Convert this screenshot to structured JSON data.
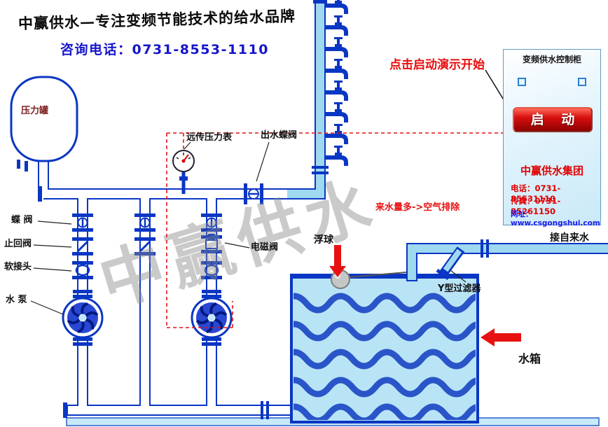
{
  "header": {
    "brand_title": "中赢供水—专注变频节能技术的给水品牌",
    "consult_phone": "咨询电话：0731-8553-1110"
  },
  "demo_hint": "点击启动演示开始",
  "watermark": "中赢供水",
  "cabinet": {
    "title": "变频供水控制柜",
    "start_button": "启 动",
    "company": "中赢供水集团",
    "tel": "电话：0731-85531110",
    "fax": "传真：0731-85261150",
    "website": "网址：www.csgongshui.com"
  },
  "labels": {
    "pressure_tank": "压力罐",
    "remote_pressure_gauge": "远传压力表",
    "outlet_butterfly_valve": "出水蝶阀",
    "butterfly_valve": "蝶 阀",
    "check_valve": "止回阀",
    "flexible_joint": "软接头",
    "water_pump": "水 泵",
    "solenoid_valve": "电磁阀",
    "float_ball": "浮球",
    "y_strainer": "Y型过滤器",
    "tap_water_inlet": "接自来水",
    "water_tank": "水箱",
    "air_exhaust_note": "来水量多->空气排除"
  },
  "colors": {
    "pipe_outline": "#0a36c4",
    "water_fill": "#9fd9f0",
    "accent_red": "#e81111",
    "brand_blue": "#1515cc"
  }
}
